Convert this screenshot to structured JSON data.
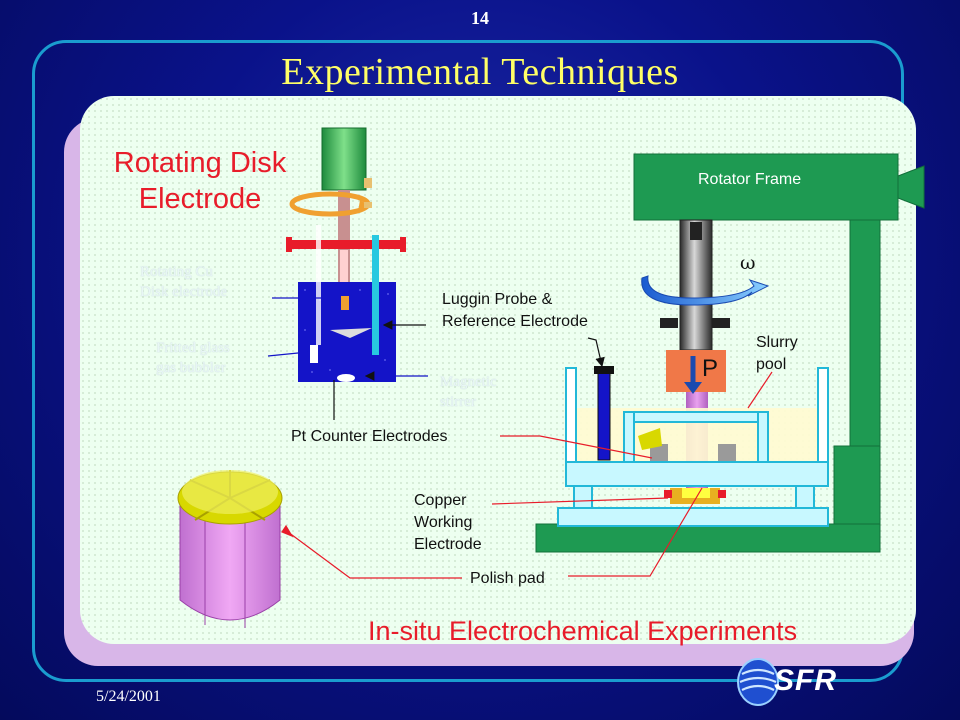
{
  "slide": {
    "number": "14",
    "title": "Experimental  Techniques",
    "date": "5/24/2001",
    "subtitle": "In-situ Electrochemical Experiments",
    "logo_text": "SFR"
  },
  "rde": {
    "title_line1": "Rotating Disk",
    "title_line2": "Electrode",
    "ghost_rotating_line1": "Rotating Cu",
    "ghost_rotating_line2": "Disk electrode",
    "ghost_fritted_line1": "Fritted glass",
    "ghost_fritted_line2": "gas bubbler",
    "ghost_magnetic_line1": "Magnetic",
    "ghost_magnetic_line2": "stirrer"
  },
  "cmp": {
    "rotator_frame": "Rotator Frame",
    "omega": "ω",
    "pressure": "P",
    "slurry_line1": "Slurry",
    "slurry_line2": "pool",
    "luggin_line1": "Luggin Probe &",
    "luggin_line2": "Reference Electrode",
    "counter": "Pt Counter Electrodes",
    "copper_line1": "Copper",
    "copper_line2": "Working",
    "copper_line3": "Electrode",
    "polish_pad": "Polish pad"
  },
  "colors": {
    "background": "#0a128a",
    "frame": "#1a9ccf",
    "title": "#ffff66",
    "accent_red": "#e81c2a",
    "cmp_green": "#1e9a52",
    "electrode_pink": "#d97fe0"
  }
}
